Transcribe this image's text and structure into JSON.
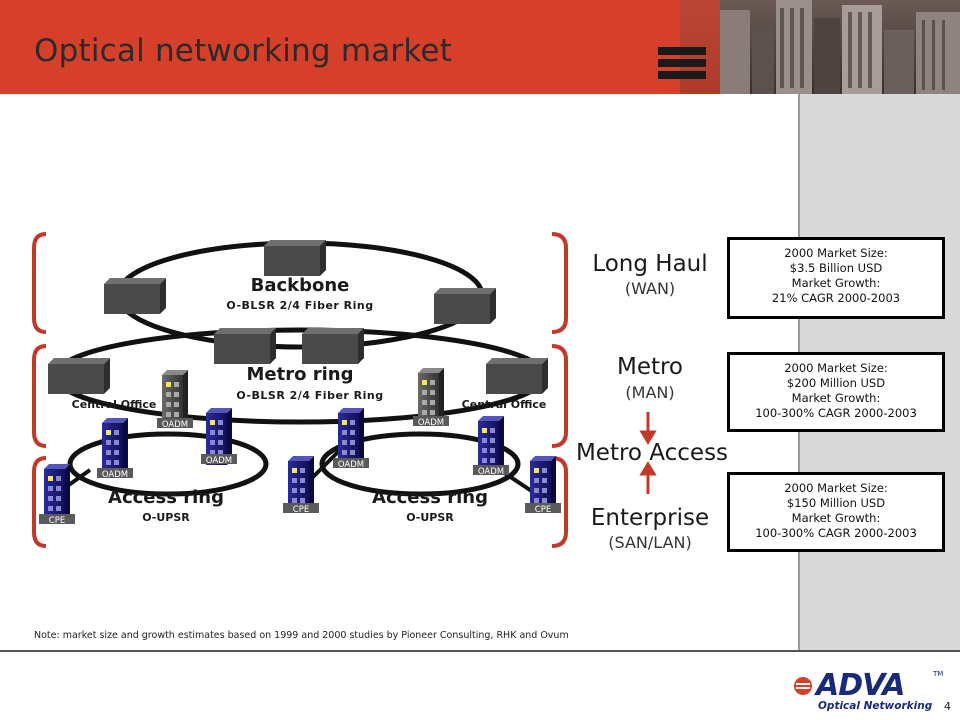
{
  "title": "Optical networking market",
  "diagram": {
    "backbone": {
      "name": "Backbone",
      "sub": "O-BLSR 2/4 Fiber Ring"
    },
    "metro": {
      "name": "Metro ring",
      "sub": "O-BLSR 2/4 Fiber Ring"
    },
    "access_left": {
      "name": "Access ring",
      "sub": "O-UPSR"
    },
    "access_right": {
      "name": "Access ring",
      "sub": "O-UPSR"
    },
    "central_office_left": "Central Office",
    "central_office_right": "Central Office",
    "oadm": "OADM",
    "cpe": "CPE"
  },
  "levels": {
    "long_haul": {
      "name": "Long Haul",
      "sub": "(WAN)"
    },
    "metro": {
      "name": "Metro",
      "sub": "(MAN)"
    },
    "metro_access": {
      "name": "Metro Access"
    },
    "enterprise": {
      "name": "Enterprise",
      "sub": "(SAN/LAN)"
    }
  },
  "market_boxes": {
    "long_haul": [
      "2000 Market Size:",
      "$3.5 Billion USD",
      "Market Growth:",
      "21% CAGR 2000-2003"
    ],
    "metro": [
      "2000 Market Size:",
      "$200 Million USD",
      "Market Growth:",
      "100-300% CAGR 2000-2003"
    ],
    "enterprise": [
      "2000 Market Size:",
      "$150 Million USD",
      "Market Growth:",
      "100-300% CAGR 2000-2003"
    ]
  },
  "note": "Note: market size and growth estimates based on 1999 and 2000 studies by Pioneer Consulting, RHK and Ovum",
  "page_number": "4",
  "logo": {
    "brand": "ADVA",
    "tm": "TM",
    "tagline": "Optical Networking"
  },
  "colors": {
    "header_red": "#d63f2a",
    "bracket_red": "#c0392b",
    "building_blue": "#1a1a7a"
  }
}
